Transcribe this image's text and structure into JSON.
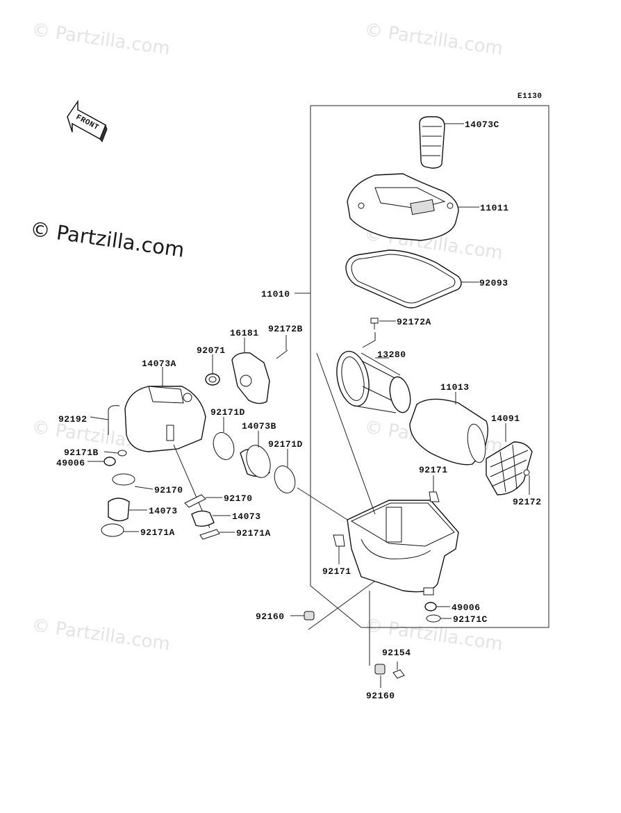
{
  "diagram_code": "E1130",
  "front_label": "FRONT",
  "watermark": "© Partzilla.com",
  "parts": {
    "p14073C": "14073C",
    "p11011": "11011",
    "p92093": "92093",
    "p11010": "11010",
    "p92172A": "92172A",
    "p16181": "16181",
    "p92172B": "92172B",
    "p13280": "13280",
    "p92071": "92071",
    "p14073A": "14073A",
    "p11013": "11013",
    "p92171D_a": "92171D",
    "p14073B": "14073B",
    "p92171D_b": "92171D",
    "p14091": "14091",
    "p92192": "92192",
    "p92171B": "92171B",
    "p49006_a": "49006",
    "p92170_a": "92170",
    "p92170_b": "92170",
    "p92171_a": "92171",
    "p92172": "92172",
    "p14073_a": "14073",
    "p14073_b": "14073",
    "p92171A_a": "92171A",
    "p92171A_b": "92171A",
    "p92171_b": "92171",
    "p49006_b": "49006",
    "p92160_a": "92160",
    "p92171C": "92171C",
    "p92154": "92154",
    "p92160_b": "92160"
  }
}
